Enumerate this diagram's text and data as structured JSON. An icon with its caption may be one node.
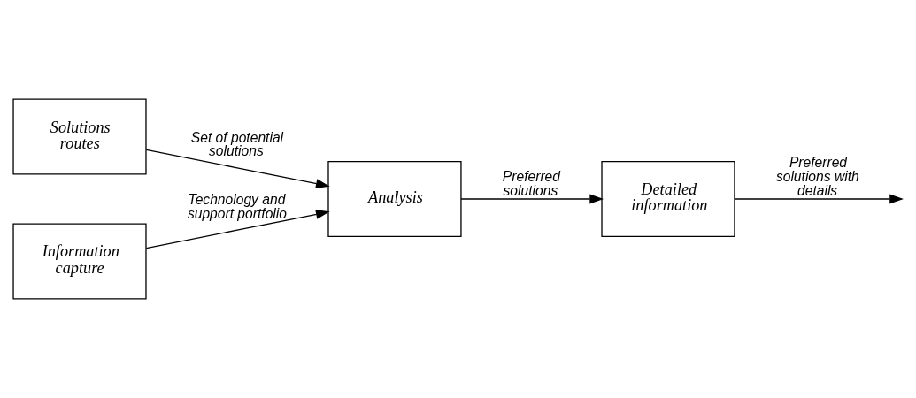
{
  "diagram": {
    "nodes": [
      {
        "text": [
          "Solutions routes"
        ]
      },
      {
        "text": [
          "Information capture"
        ]
      },
      {
        "text": [
          "Analysis"
        ]
      },
      {
        "text": [
          "Detailed information"
        ]
      }
    ],
    "edges": [
      {
        "from": 0,
        "to": 2,
        "arrow": "to",
        "label": "Set of potential solutions"
      },
      {
        "from": 1,
        "to": 2,
        "arrow": "to",
        "label": "Technology and support portfolio"
      },
      {
        "from": 2,
        "to": 3,
        "arrow": "to",
        "label": "Preferred solutions"
      },
      {
        "from": 3,
        "to": null,
        "arrow": "to",
        "label": "Preferred solutions with details"
      }
    ]
  }
}
